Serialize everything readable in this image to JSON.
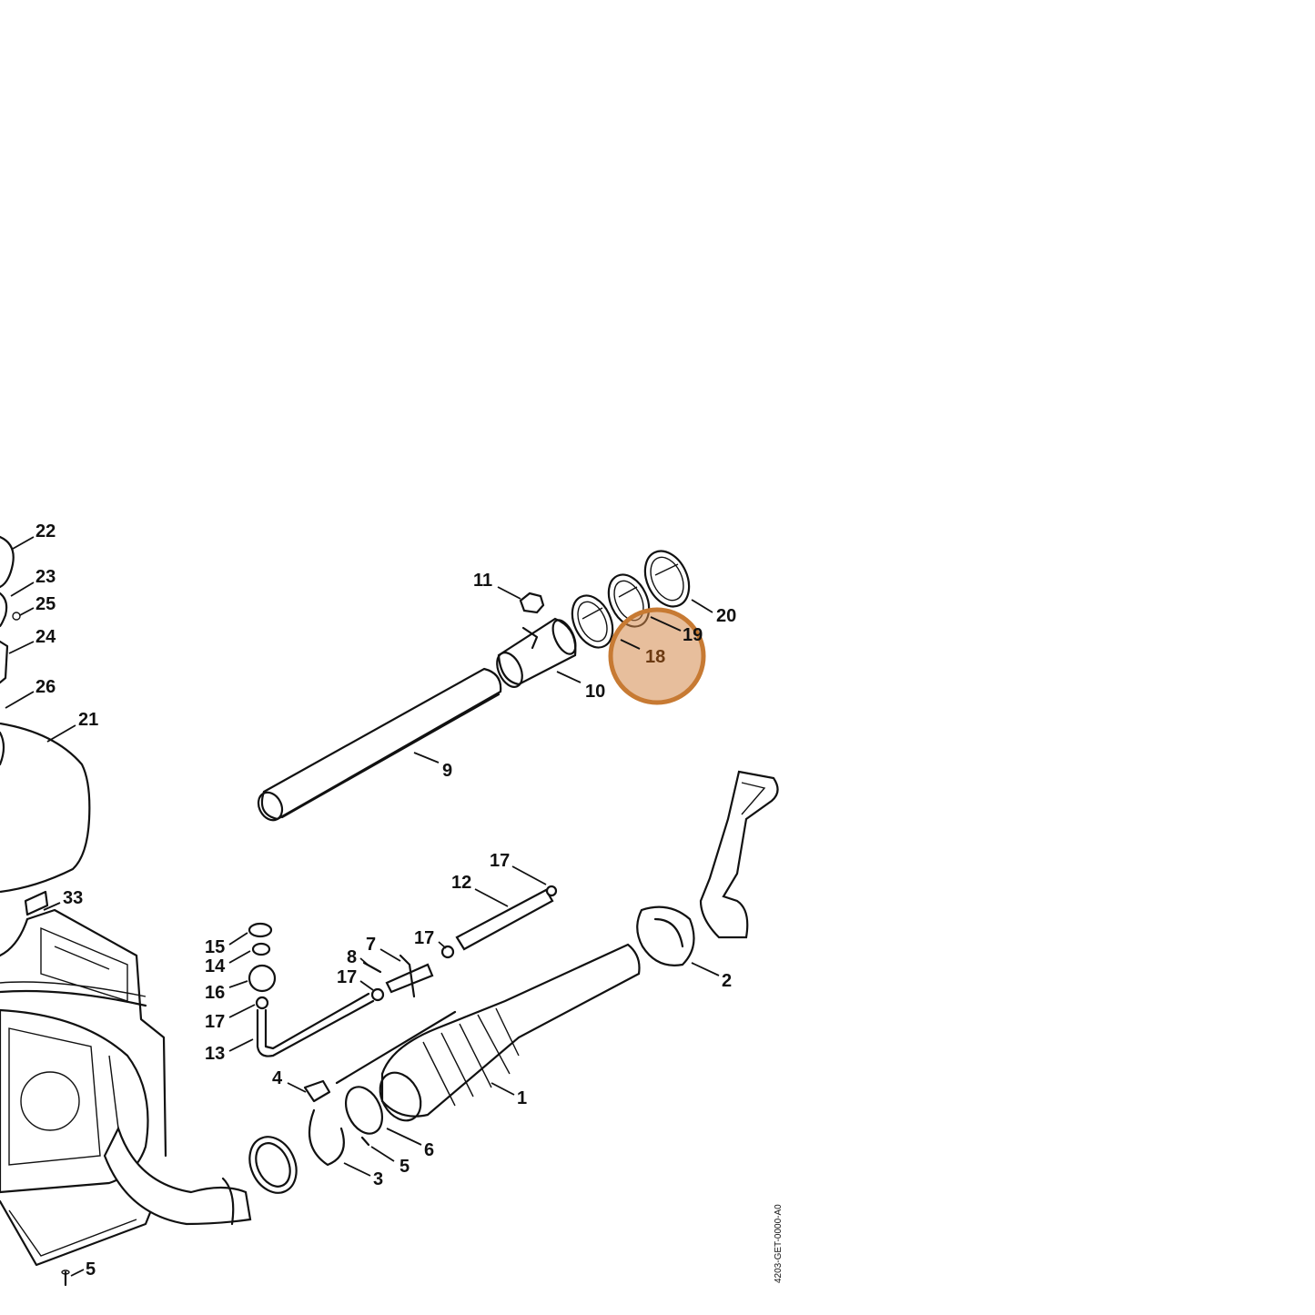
{
  "diagram": {
    "drawing_code": "4203-GET-0000-A0",
    "highlight": {
      "part_number": "18",
      "color": "#d4894a"
    },
    "callouts": [
      {
        "id": "c22",
        "text": "22"
      },
      {
        "id": "c23",
        "text": "23"
      },
      {
        "id": "c25",
        "text": "25"
      },
      {
        "id": "c24",
        "text": "24"
      },
      {
        "id": "c26",
        "text": "26"
      },
      {
        "id": "c21",
        "text": "21"
      },
      {
        "id": "c33",
        "text": "33"
      },
      {
        "id": "c11",
        "text": "11"
      },
      {
        "id": "c20",
        "text": "20"
      },
      {
        "id": "c19",
        "text": "19"
      },
      {
        "id": "c10",
        "text": "10"
      },
      {
        "id": "c9",
        "text": "9"
      },
      {
        "id": "c17a",
        "text": "17"
      },
      {
        "id": "c12",
        "text": "12"
      },
      {
        "id": "c15",
        "text": "15"
      },
      {
        "id": "c14",
        "text": "14"
      },
      {
        "id": "c16",
        "text": "16"
      },
      {
        "id": "c17b",
        "text": "17"
      },
      {
        "id": "c13",
        "text": "13"
      },
      {
        "id": "c7",
        "text": "7"
      },
      {
        "id": "c8",
        "text": "8"
      },
      {
        "id": "c17c",
        "text": "17"
      },
      {
        "id": "c17d",
        "text": "17"
      },
      {
        "id": "c2",
        "text": "2"
      },
      {
        "id": "c4",
        "text": "4"
      },
      {
        "id": "c1",
        "text": "1"
      },
      {
        "id": "c6",
        "text": "6"
      },
      {
        "id": "c5a",
        "text": "5"
      },
      {
        "id": "c3",
        "text": "3"
      },
      {
        "id": "c5b",
        "text": "5"
      }
    ]
  }
}
